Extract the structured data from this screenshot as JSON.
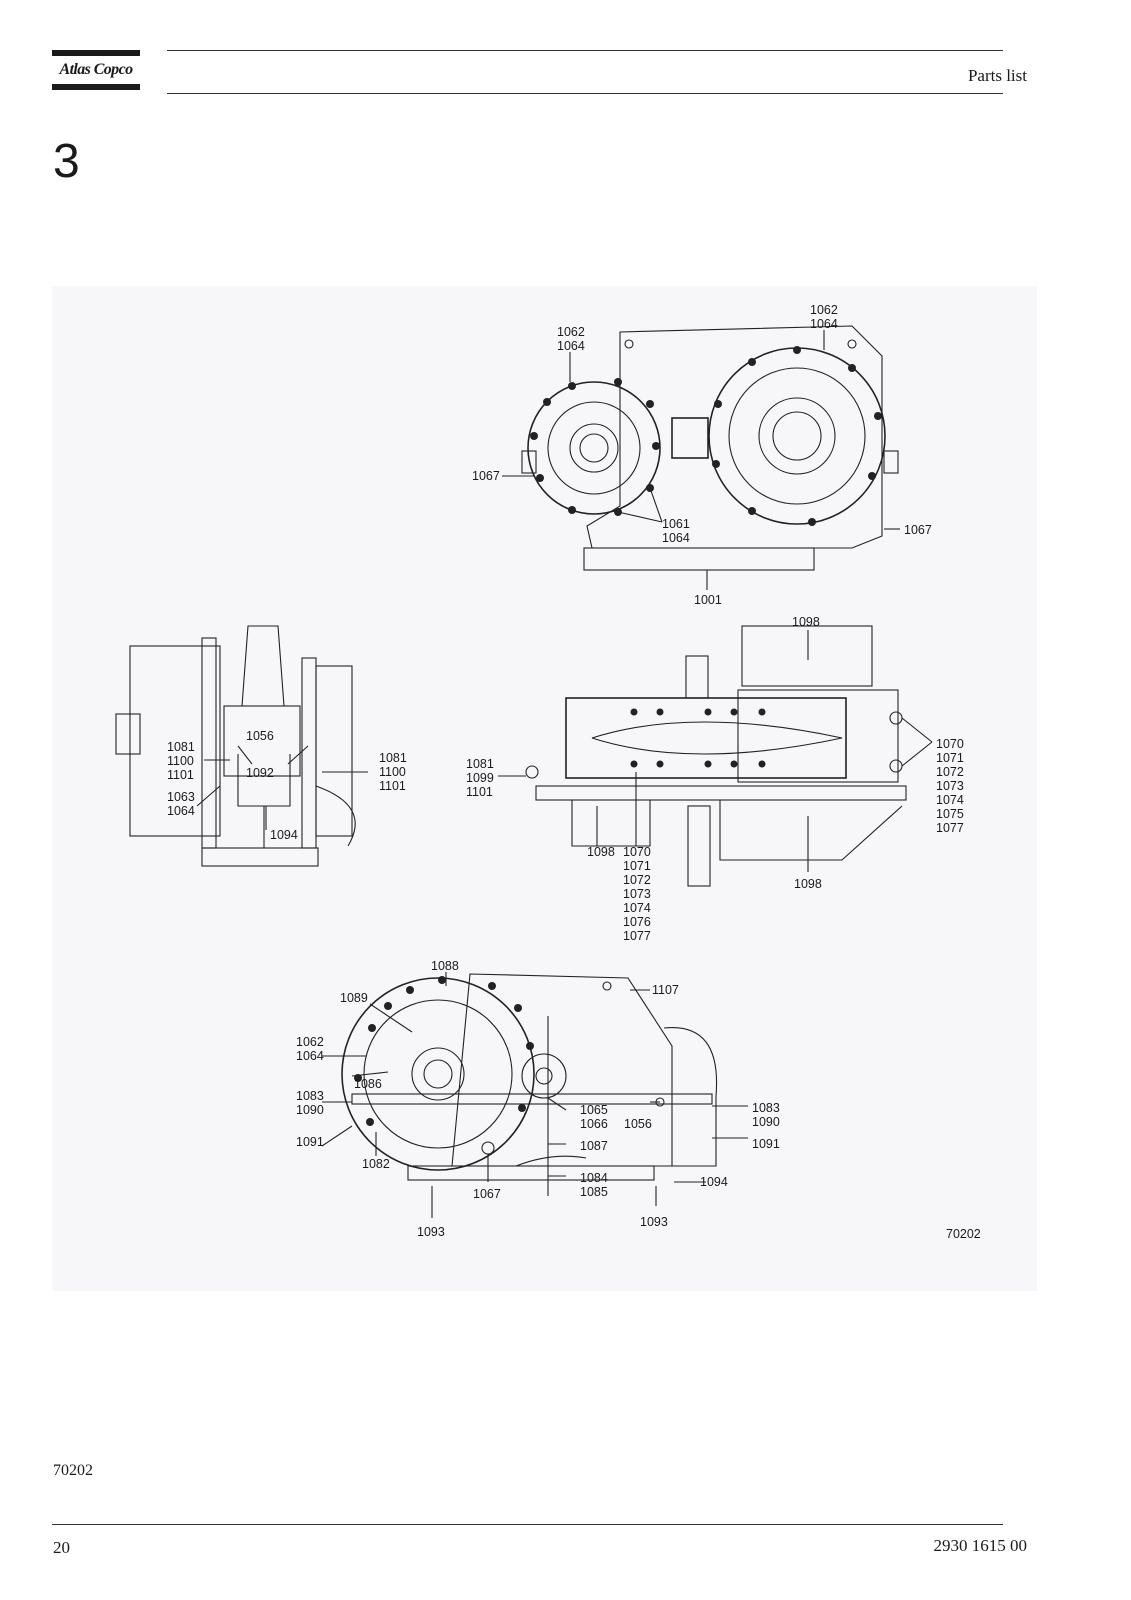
{
  "header": {
    "brand": "Atlas Copco",
    "title": "Parts list"
  },
  "section": {
    "number": "3"
  },
  "figure": {
    "image_ref": "70202",
    "callouts": {
      "top": [
        "1062",
        "1064",
        "1062",
        "1064",
        "1067",
        "1061",
        "1064",
        "1067",
        "1001"
      ],
      "left": [
        "1056",
        "1081",
        "1100",
        "1101",
        "1092",
        "1081",
        "1100",
        "1101",
        "1063",
        "1064",
        "1094"
      ],
      "middle": [
        "1098",
        "1070",
        "1071",
        "1072",
        "1073",
        "1074",
        "1075",
        "1077",
        "1081",
        "1099",
        "1101",
        "1098",
        "1070",
        "1071",
        "1072",
        "1073",
        "1074",
        "1076",
        "1077",
        "1098"
      ],
      "bottom": [
        "1088",
        "1107",
        "1089",
        "1062",
        "1064",
        "1086",
        "1083",
        "1090",
        "1091",
        "1065",
        "1066",
        "1056",
        "1083",
        "1090",
        "1091",
        "1087",
        "1082",
        "1084",
        "1085",
        "1067",
        "1094",
        "1093",
        "1093"
      ]
    }
  },
  "footer": {
    "figure_ref": "70202",
    "page": "20",
    "doc_number": "2930 1615 00"
  },
  "colors": {
    "ink": "#1a1a1a",
    "figure_bg": "#f7f7fa"
  }
}
